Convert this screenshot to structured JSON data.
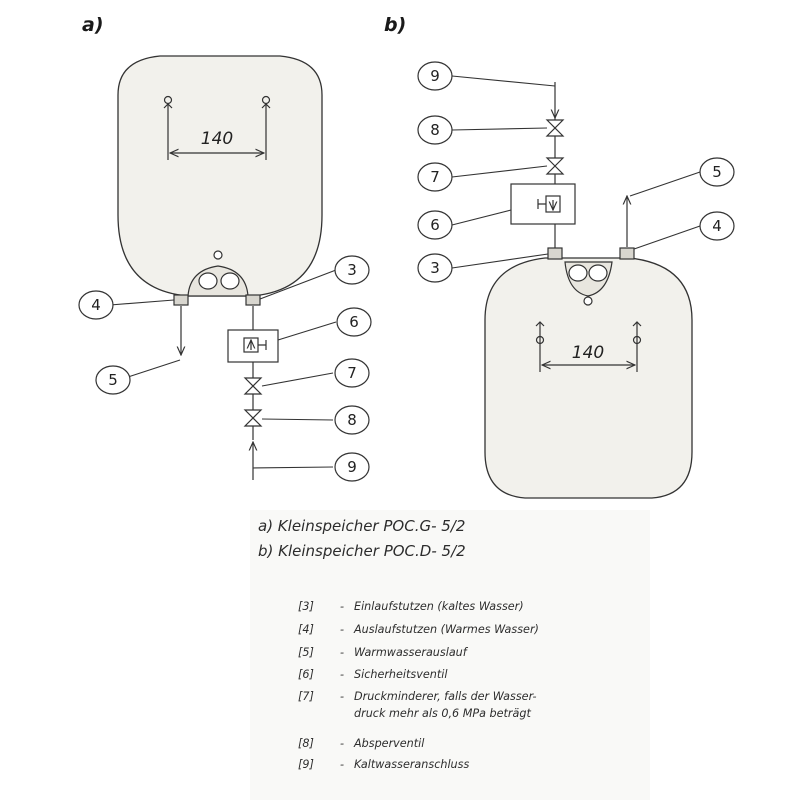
{
  "panels": {
    "a_label": "a)",
    "b_label": "b)",
    "dimension_a": "140",
    "dimension_b": "140"
  },
  "callouts_a": {
    "c3": "3",
    "c4": "4",
    "c5": "5",
    "c6": "6",
    "c7": "7",
    "c8": "8",
    "c9": "9"
  },
  "callouts_b": {
    "c9": "9",
    "c8": "8",
    "c7": "7",
    "c6": "6",
    "c3": "3",
    "c5": "5",
    "c4": "4"
  },
  "captions": {
    "line_a": "a) Kleinspeicher POC.G- 5/2",
    "line_b": "b) Kleinspeicher POC.D- 5/2"
  },
  "legend": [
    {
      "code": "[3]",
      "dash": "-",
      "text": "Einlaufstutzen (kaltes Wasser)"
    },
    {
      "code": "[4]",
      "dash": "-",
      "text": "Auslaufstutzen (Warmes Wasser)"
    },
    {
      "code": "[5]",
      "dash": "-",
      "text": "Warmwasserauslauf"
    },
    {
      "code": "[6]",
      "dash": "-",
      "text": "Sicherheitsventil"
    },
    {
      "code": "[7]",
      "dash": "-",
      "text": "Druckminderer, falls der Wasser-",
      "text2": "druck mehr als 0,6 MPa beträgt"
    },
    {
      "code": "[8]",
      "dash": "-",
      "text": "Absperventil"
    },
    {
      "code": "[9]",
      "dash": "-",
      "text": "Kaltwasseranschluss"
    }
  ]
}
